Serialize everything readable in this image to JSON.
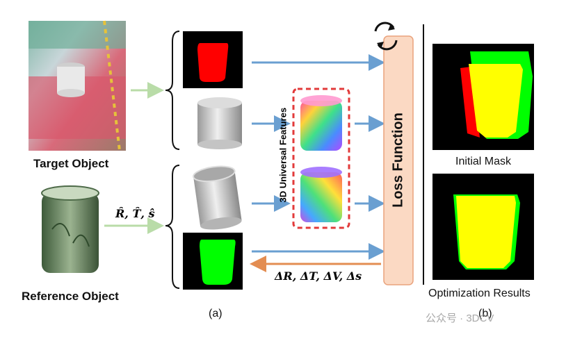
{
  "labels": {
    "target_object": "Target Object",
    "reference_object": "Reference Object",
    "pose_estimate": "R̂, T̂, ŝ",
    "universal_features": "3D Universal Features",
    "loss_function": "Loss Function",
    "delta_params": "ΔR, ΔT, ΔV, Δs",
    "initial_mask": "Initial Mask",
    "optimization_results": "Optimization Results",
    "panel_a": "(a)",
    "panel_b": "(b)",
    "watermark": "公众号 · 3DCV"
  },
  "colors": {
    "arrow_blue": "#6a9fd1",
    "arrow_green": "#b9dca8",
    "arrow_orange": "#e38d52",
    "loss_box_fill": "#fbd9c3",
    "loss_box_border": "#e9a27c",
    "dashed_border": "#e23a3a",
    "mask_red": "#ff0000",
    "mask_green": "#00ff00",
    "mask_yellow": "#ffff00"
  },
  "icons": {
    "refresh": "refresh-cycle-icon"
  }
}
